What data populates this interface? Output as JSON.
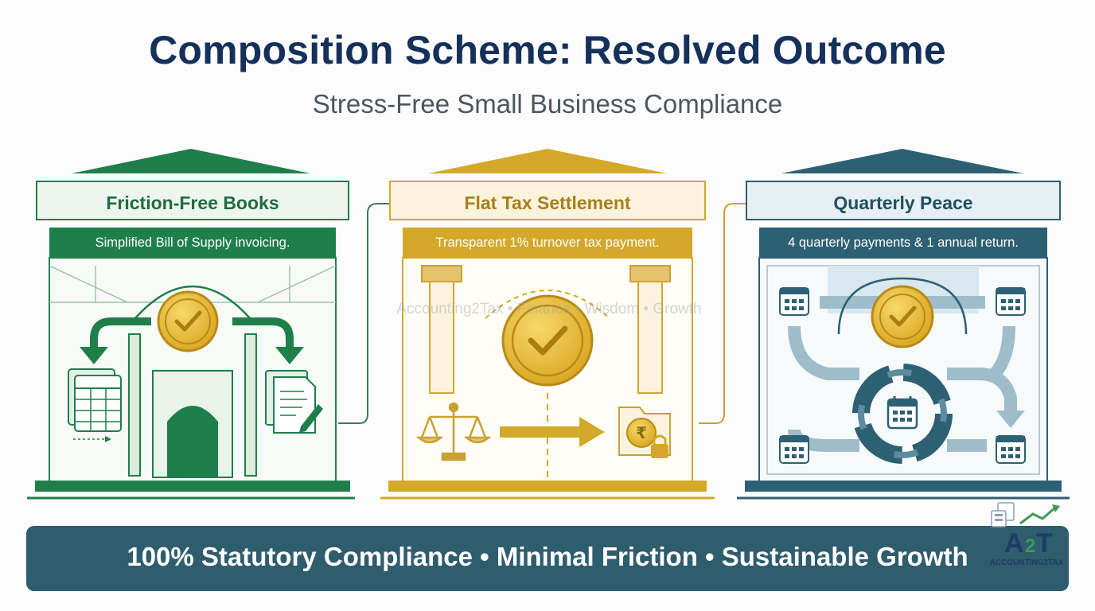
{
  "title": "Composition Scheme: Resolved Outcome",
  "subtitle": "Stress-Free Small Business Compliance",
  "watermark": "Accounting2Tax • Finance • Wisdom • Growth",
  "panels": [
    {
      "heading": "Friction-Free Books",
      "description": "Simplified Bill of Supply invoicing.",
      "color": "#1e7f4b"
    },
    {
      "heading": "Flat Tax Settlement",
      "description": "Transparent 1% turnover tax payment.",
      "color": "#d4a82a"
    },
    {
      "heading": "Quarterly Peace",
      "description": "4 quarterly payments & 1 annual return.",
      "color": "#2d6073"
    }
  ],
  "banner": {
    "text": "100% Statutory Compliance  •  Minimal Friction  •  Sustainable Growth"
  },
  "logo": {
    "text": "ACCOUNTING2TAX"
  }
}
